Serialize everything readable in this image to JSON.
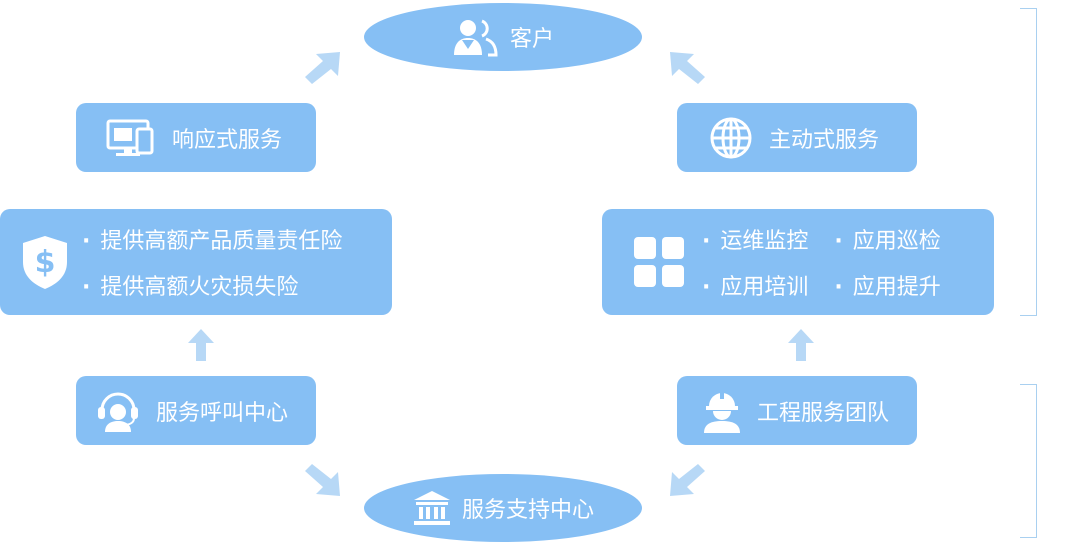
{
  "diagram": {
    "customer": {
      "label": "客户",
      "icon": "customers-icon"
    },
    "support_center": {
      "label": "服务支持中心",
      "icon": "bank-icon"
    },
    "responsive_service": {
      "label": "响应式服务",
      "icon": "computer-devices-icon"
    },
    "active_service": {
      "label": "主动式服务",
      "icon": "globe-icon"
    },
    "insurance": {
      "icon": "dollar-shield-icon",
      "items": [
        "提供高额产品质量责任险",
        "提供高额火灾损失险"
      ]
    },
    "ops": {
      "icon": "grid-icon",
      "items": [
        "运维监控",
        "应用巡检",
        "应用培训",
        "应用提升"
      ]
    },
    "call_center": {
      "label": "服务呼叫中心",
      "icon": "headset-icon"
    },
    "engineering_team": {
      "label": "工程服务团队",
      "icon": "worker-helmet-icon"
    },
    "colors": {
      "node": "#86bff4",
      "arrow": "#b7d8f6",
      "bracket": "#a9d0f0",
      "text": "#ffffff"
    }
  }
}
